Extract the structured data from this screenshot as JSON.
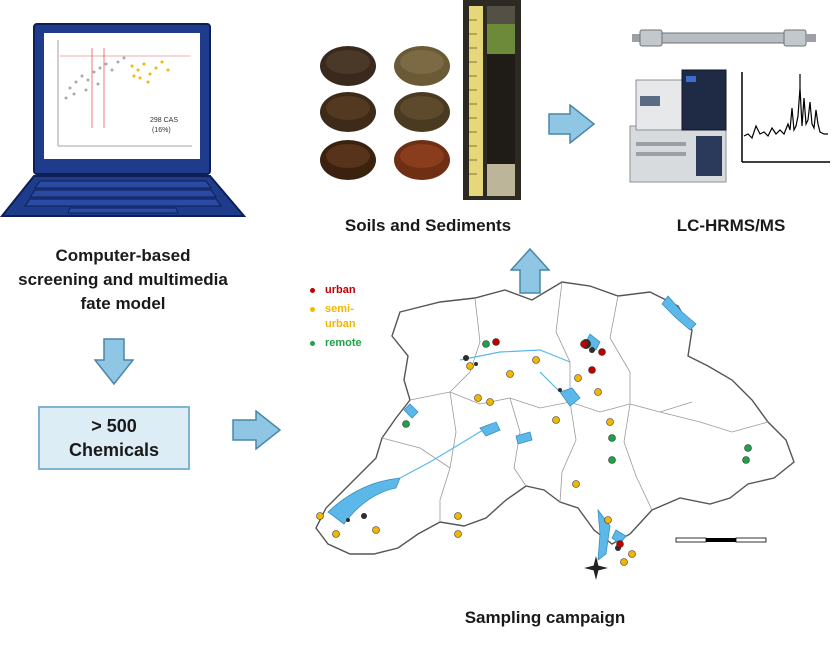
{
  "captions": {
    "computer_line1": "Computer-based",
    "computer_line2": "screening and multimedia",
    "computer_line3": "fate model",
    "chemicals_line1": "> 500",
    "chemicals_line2": "Chemicals",
    "soils": "Soils and Sediments",
    "lcms": "LC-HRMS/MS",
    "sampling": "Sampling campaign"
  },
  "screen": {
    "label_cas": "298 CAS",
    "label_pct": "(16%)"
  },
  "map": {
    "legend": [
      {
        "label": "urban",
        "color": "#c00000"
      },
      {
        "label": "semi-",
        "color": "#f2b700"
      },
      {
        "label": "urban",
        "color": "#f2b700"
      },
      {
        "label": "remote",
        "color": "#21a04a"
      }
    ]
  },
  "colors": {
    "arrow_fill": "#8fc6e3",
    "arrow_stroke": "#4a86a8",
    "laptop_blue": "#1f3b8c",
    "lake_blue": "#5bb8e8",
    "urban": "#c00000",
    "semi_urban": "#f2b700",
    "remote": "#21a04a"
  }
}
